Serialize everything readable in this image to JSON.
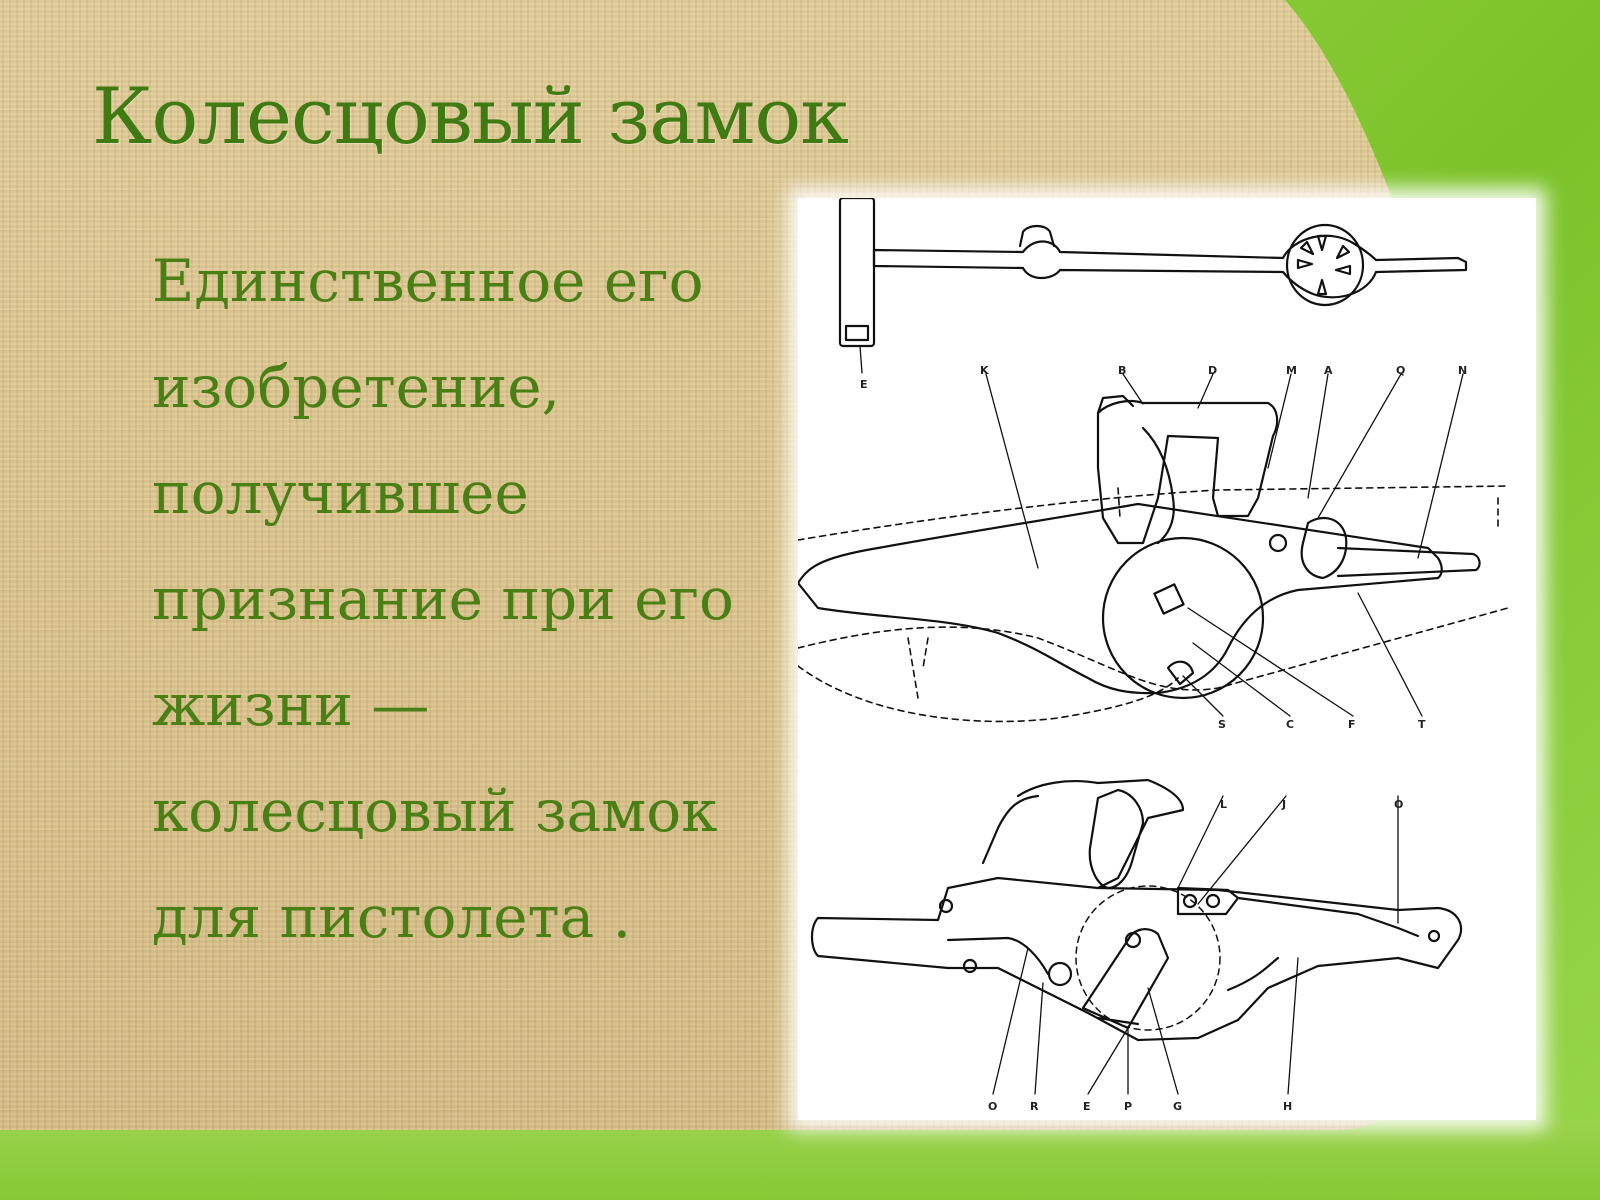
{
  "slide": {
    "title": "Колесцовый замок",
    "body_lines": [
      "Единственное его",
      "изобретение,",
      "получившее",
      "признание при его",
      "жизни —",
      "колесцовый замок",
      "для пистолета ."
    ]
  },
  "figure": {
    "labels_top": [
      "E",
      "K",
      "B",
      "D",
      "M",
      "A",
      "Q",
      "N"
    ],
    "labels_mid": [
      "S",
      "C",
      "F",
      "T"
    ],
    "labels_bottom_top": [
      "L",
      "J",
      "O"
    ],
    "labels_bottom": [
      "O",
      "R",
      "E",
      "P",
      "G",
      "H"
    ]
  },
  "colors": {
    "title": "#3f7a12",
    "body": "#4a7f16",
    "background_panel": "#dcc48c",
    "accent_green": "#8fcf3a"
  }
}
